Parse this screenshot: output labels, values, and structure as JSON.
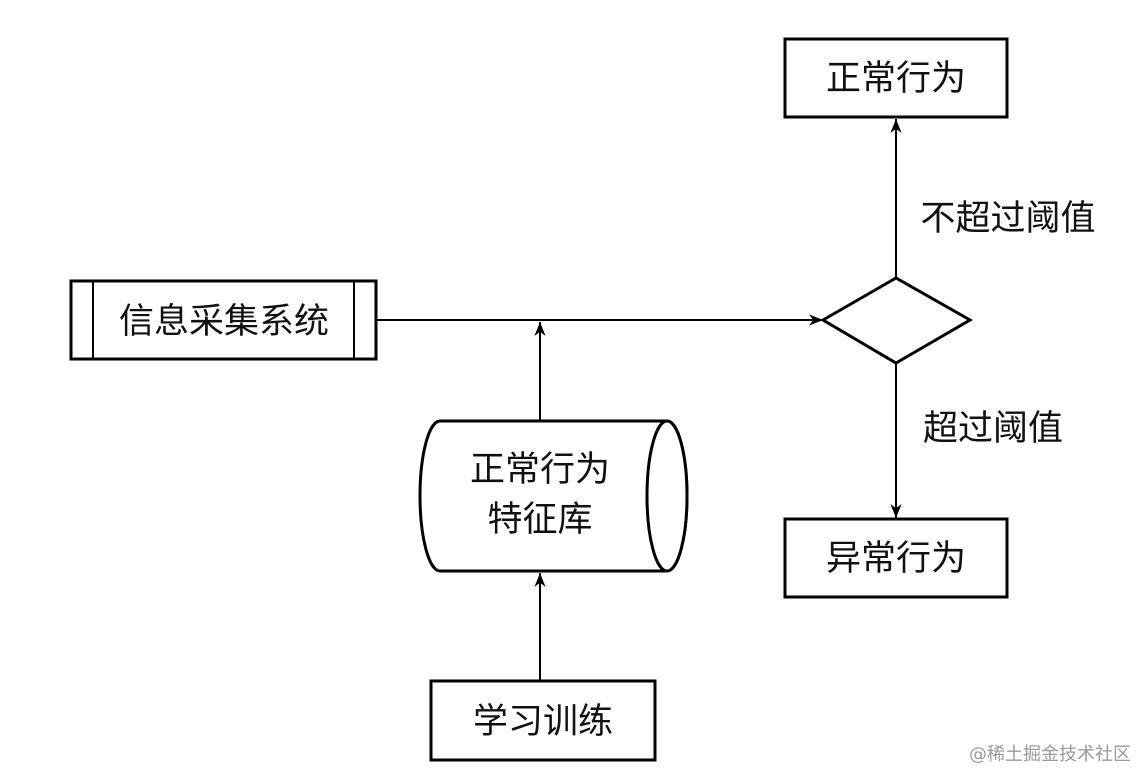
{
  "nodes": {
    "info_system": "信息采集系统",
    "feature_db_line1": "正常行为",
    "feature_db_line2": "特征库",
    "training": "学习训练",
    "normal": "正常行为",
    "abnormal": "异常行为"
  },
  "edges": {
    "below_threshold": "不超过阈值",
    "above_threshold": "超过阈值"
  },
  "watermark": "@稀土掘金技术社区"
}
